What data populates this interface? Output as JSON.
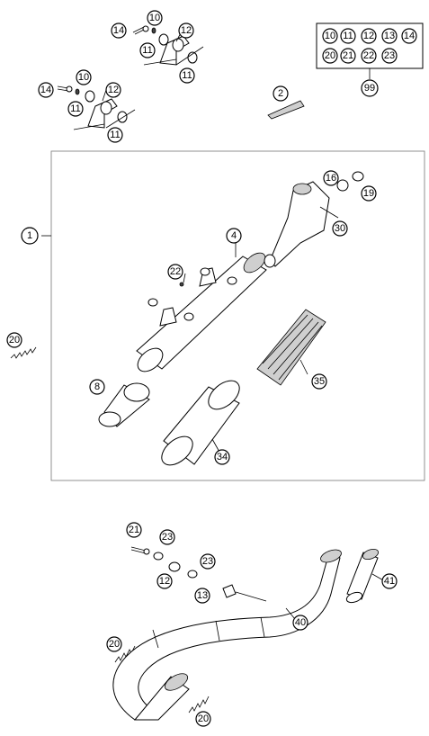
{
  "callouts": {
    "c10a": "10",
    "c14a": "14",
    "c12a": "12",
    "c11a": "11",
    "c11b": "11",
    "c14b": "14",
    "c10b": "10",
    "c12b": "12",
    "c11c": "11",
    "c11d": "11",
    "c2": "2",
    "c1": "1",
    "c4": "4",
    "c16": "16",
    "c19": "19",
    "c30": "30",
    "c22a": "22",
    "c20a": "20",
    "c8": "8",
    "c35": "35",
    "c34": "34",
    "c21a": "21",
    "c23a": "23",
    "c23b": "23",
    "c12c": "12",
    "c13a": "13",
    "c41": "41",
    "c40": "40",
    "c20b": "20",
    "c20c": "20"
  },
  "kit": {
    "items": [
      "10",
      "11",
      "12",
      "13",
      "14",
      "20",
      "21",
      "22",
      "23"
    ],
    "number": "99"
  }
}
